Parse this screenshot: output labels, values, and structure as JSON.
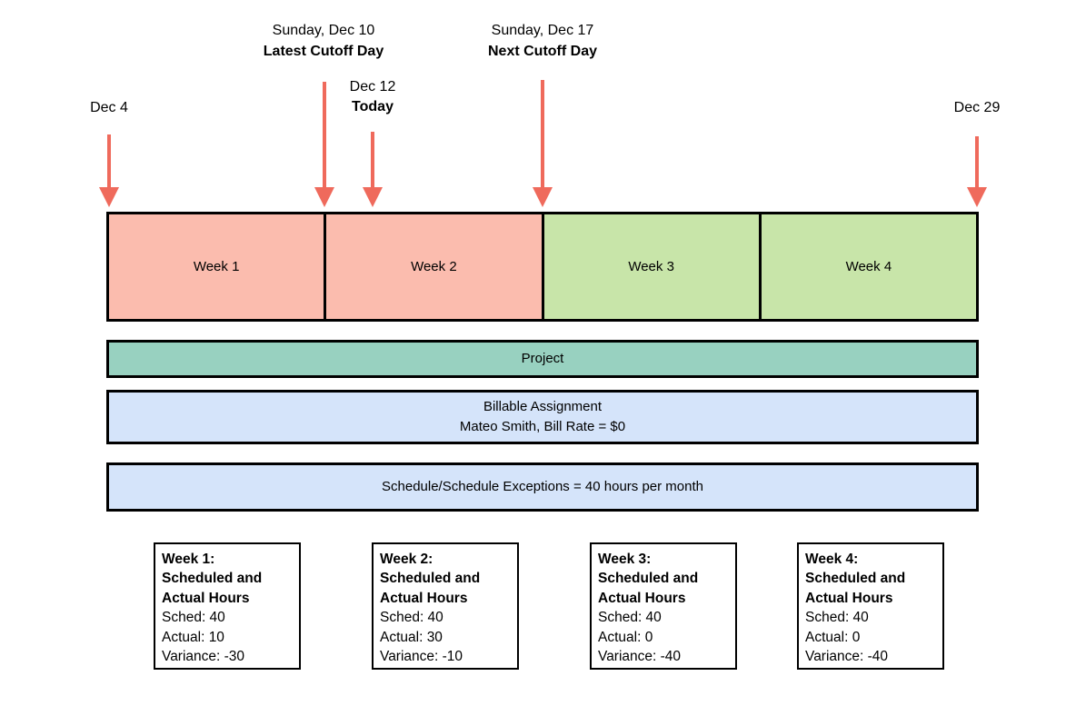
{
  "colors": {
    "week_past_fill": "#FBBCAE",
    "week_future_fill": "#C8E5A9",
    "project_bar_fill": "#98D1C0",
    "info_bar_fill": "#D5E4FA",
    "arrow_red": "#EF6A5C",
    "border_black": "#000000"
  },
  "annotations": {
    "latest_cutoff": {
      "date": "Sunday, Dec 10",
      "label": "Latest Cutoff Day"
    },
    "next_cutoff": {
      "date": "Sunday, Dec 17",
      "label": "Next Cutoff Day"
    },
    "start": {
      "date": "Dec 4"
    },
    "today": {
      "date": "Dec 12",
      "label": "Today"
    },
    "end": {
      "date": "Dec 29"
    }
  },
  "timeline": {
    "weeks": [
      {
        "label": "Week 1"
      },
      {
        "label": "Week 2"
      },
      {
        "label": "Week 3"
      },
      {
        "label": "Week 4"
      }
    ]
  },
  "bars": {
    "project": {
      "label": "Project"
    },
    "assignment": {
      "title": "Billable Assignment",
      "detail": "Mateo Smith, Bill Rate = $0"
    },
    "schedule": {
      "label": "Schedule/Schedule Exceptions = 40 hours per month"
    }
  },
  "week_boxes": [
    {
      "title": "Week 1:",
      "subtitle1": "Scheduled and",
      "subtitle2": "Actual Hours",
      "sched": "Sched: 40",
      "actual": "Actual: 10",
      "variance": "Variance: -30"
    },
    {
      "title": "Week 2:",
      "subtitle1": "Scheduled and",
      "subtitle2": "Actual Hours",
      "sched": "Sched: 40",
      "actual": "Actual: 30",
      "variance": "Variance: -10"
    },
    {
      "title": "Week 3:",
      "subtitle1": "Scheduled and",
      "subtitle2": "Actual Hours",
      "sched": "Sched: 40",
      "actual": "Actual: 0",
      "variance": "Variance: -40"
    },
    {
      "title": "Week 4:",
      "subtitle1": "Scheduled and",
      "subtitle2": "Actual Hours",
      "sched": "Sched: 40",
      "actual": "Actual: 0",
      "variance": "Variance: -40"
    }
  ]
}
